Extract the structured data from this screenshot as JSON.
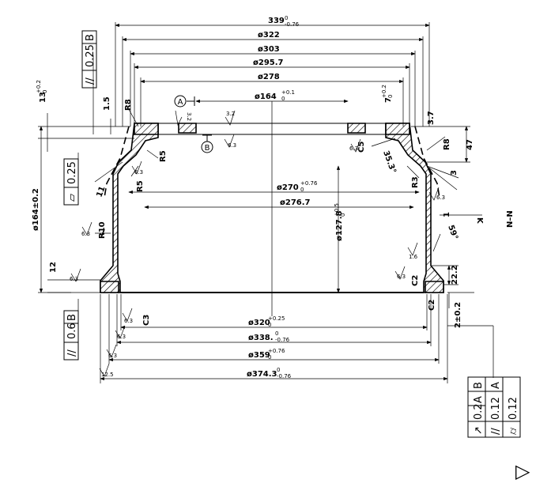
{
  "horizontal_dims": {
    "d339": "339",
    "d339_tol": "0",
    "d339_tol_low": "-0.76",
    "d322": "ø322",
    "d303": "ø303",
    "d295": "ø295.7",
    "d278": "ø278",
    "d164": "ø164",
    "d164_tol": "+0.1",
    "d164_tol_low": "0",
    "d270": "ø270",
    "d270_tol": "+0.76",
    "d270_tol_low": "0",
    "d276": "ø276.7",
    "d320": "ø320",
    "d320_tol": "+0.25",
    "d320_tol_low": "0",
    "d338": "ø338.",
    "d338_tol": "0",
    "d338_tol_low": "-0.76",
    "d359": "ø359",
    "d359_tol": "+0.76",
    "d359_tol_low": "0",
    "d374": "ø374.3",
    "d374_tol": "0",
    "d374_tol_low": "-0.76"
  },
  "vertical_dims": {
    "h164": "ø164±0.2",
    "h13": "13",
    "h13_tol": "+0.2",
    "h13_tol_low": "0",
    "h1_5": "1.5",
    "h12": "12",
    "h127": "ø127.8",
    "h127_tol": "+0.5",
    "h127_tol_low": "0",
    "h7": "7",
    "h7_tol": "+0.2",
    "h7_tol_low": "0",
    "h3_7": "3.7",
    "h47": "47",
    "h3": "3",
    "h1": "1",
    "h22": "22.2",
    "h2": "2±0.2"
  },
  "feature_labels": {
    "r8_left": "R8",
    "r8_right": "R8",
    "r5_a": "R5",
    "r5_b": "R5",
    "r3": "R3",
    "r10": "R10",
    "c5": "C5",
    "c3": "C3",
    "c2_a": "C2",
    "c2_b": "C2",
    "angle_35": "35.3°",
    "angle_59": "59°",
    "eleven": "11",
    "k": "K",
    "section": "N–N"
  },
  "roughness": [
    "3.2",
    "3.2",
    "6.3",
    "6.3",
    "6.3",
    "6.3",
    "6.3",
    "6.3",
    "6.3",
    "6.3",
    "1.6",
    "12.5",
    "6.3",
    "6.3"
  ],
  "datums": {
    "a": "A",
    "b": "B"
  },
  "tolerance_frames": {
    "top_left": {
      "symbol": "//",
      "value": "0.25",
      "datum": "B"
    },
    "mid_left": {
      "symbol": "▱",
      "value": "0.25"
    },
    "bottom_left": {
      "symbol": "//",
      "value": "0.6",
      "datum": "B"
    },
    "bottom_right": [
      {
        "symbol": "↗",
        "value": "0.2",
        "datum": "A",
        "datum2": "B"
      },
      {
        "symbol": "//",
        "value": "0.12",
        "datum": "A"
      },
      {
        "symbol": "⌭",
        "value": "0.12"
      }
    ]
  },
  "surface_symbol": "▷"
}
